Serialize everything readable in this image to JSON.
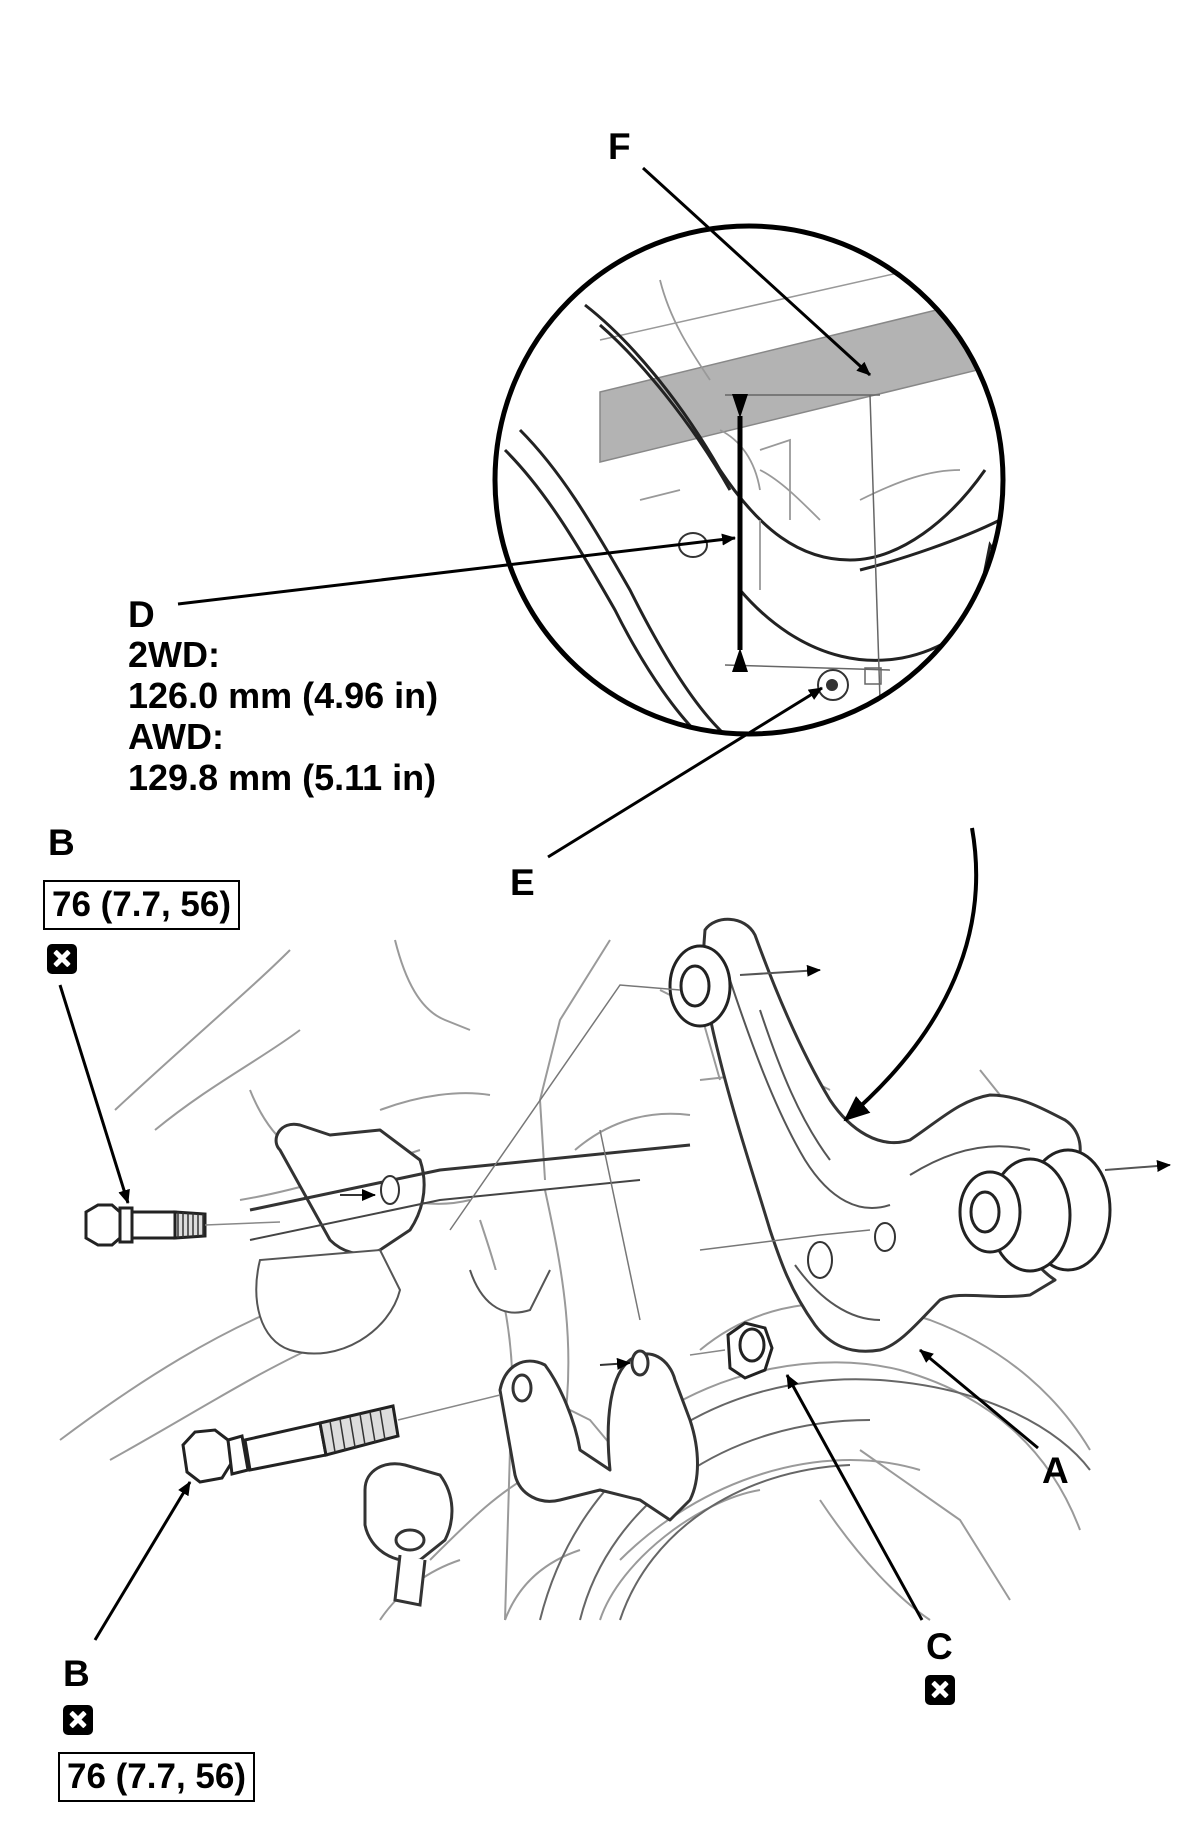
{
  "callouts": {
    "A": "A",
    "B_upper": "B",
    "B_lower": "B",
    "C": "C",
    "D": "D",
    "E": "E",
    "F": "F"
  },
  "specs": {
    "d_2wd_label": "2WD:",
    "d_2wd_value": "126.0 mm (4.96 in)",
    "d_awd_label": "AWD:",
    "d_awd_value": "129.8 mm (5.11 in)"
  },
  "torque": {
    "upper": "76 (7.7, 56)",
    "lower": "76 (7.7, 56)"
  },
  "icons": {
    "replace": "replace-part-x-icon"
  }
}
